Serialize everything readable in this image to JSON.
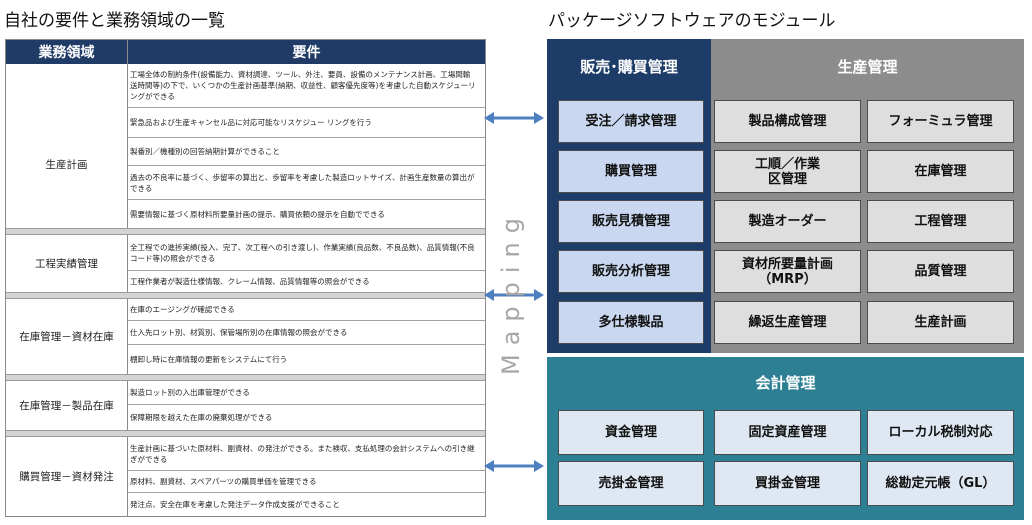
{
  "left_title": "自社の要件と業務領域の一覧",
  "right_title": "パッケージソフトウェアのモジュール",
  "table": {
    "col_area": "業務領域",
    "col_req": "要件",
    "groups": [
      {
        "area": "生産計画",
        "reqs": [
          "工場全体の制約条件(設備能力、資材調達、ツール、外注、要員、設備のメンテナンス計画、工場間輸送時間等)の下で、いくつかの生産計画基準(納期、収益性、顧客優先度等)を考慮した自動スケジューリングができる",
          "緊急品および生産キャンセル品に対応可能なリスケジュー リングを行う",
          "製番別／機種別の回答納期計算ができること",
          "過去の不良率に基づく、歩留率の算出と、歩留率を考慮した製造ロットサイズ、計画生産数量の算出ができる",
          "需要情報に基づく原材料所要量計画の提示、購買依頼の提示を自動でできる"
        ]
      },
      {
        "area": "工程実績管理",
        "reqs": [
          "全工程での進捗実績(投入、完了、次工程への引き渡し)、作業実績(良品数、不良品数)、品質情報(不良コード等)の照会ができる",
          "工程作業者が製造仕様情報、クレーム情報、品質情報等の照会ができる"
        ]
      },
      {
        "area": "在庫管理－資材在庫",
        "reqs": [
          "在庫のエージングが確認できる",
          "仕入先ロット別、材質別、保管場所別の在庫情報の照会ができる",
          "棚卸し時に在庫情報の更新をシステムにて行う"
        ]
      },
      {
        "area": "在庫管理－製品在庫",
        "reqs": [
          "製造ロット別の入出庫管理ができる",
          "保障期限を越えた在庫の廃棄処理ができる"
        ]
      },
      {
        "area": "購買管理－資材発注",
        "reqs": [
          "生産計画に基づいた原材料、副資材、の発注ができる。また検収、支払処理の会計システムへの引き継ぎができる",
          "原材料、副資材、スペアパーツの購買単価を管理できる",
          "発注点、安全在庫を考慮した発注データ作成支援ができること"
        ]
      }
    ]
  },
  "mapping_label": "Mapping",
  "modules": {
    "sales": {
      "title": "販売･購買管理",
      "items": [
        "受注／請求管理",
        "購買管理",
        "販売見積管理",
        "販売分析管理",
        "多仕様製品"
      ]
    },
    "production": {
      "title": "生産管理",
      "items": [
        "製品構成管理",
        "フォーミュラ管理",
        "工順／作業区管理",
        "在庫管理",
        "製造オーダー",
        "工程管理",
        "資材所要量計画（MRP）",
        "品質管理",
        "繰返生産管理",
        "生産計画"
      ]
    },
    "accounting": {
      "title": "会計管理",
      "items": [
        "資金管理",
        "固定資産管理",
        "ローカル税制対応",
        "売掛金管理",
        "買掛金管理",
        "総勘定元帳（GL）"
      ]
    }
  },
  "colors": {
    "table_header": "#1f3b66",
    "sales_panel": "#1e3c68",
    "production_panel": "#8c8c8c",
    "accounting_panel": "#2d7f94",
    "arrow": "#4d7fc1"
  }
}
